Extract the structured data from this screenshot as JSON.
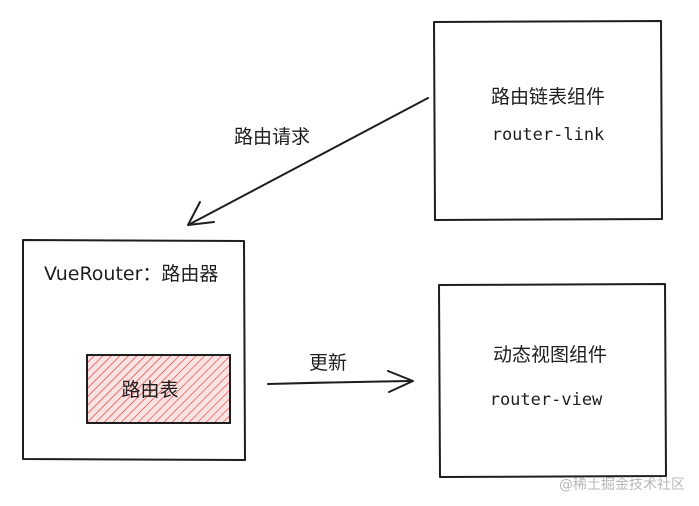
{
  "diagram": {
    "router_link_box": {
      "title": "路由链表组件",
      "name": "router-link"
    },
    "vuerouter_box": {
      "title": "VueRouter：路由器",
      "table_label": "路由表"
    },
    "router_view_box": {
      "title": "动态视图组件",
      "name": "router-view"
    },
    "arrows": {
      "request_label": "路由请求",
      "update_label": "更新"
    },
    "colors": {
      "stroke": "#1e1e1e",
      "hatch": "#e03131",
      "hatch_bg": "#fbe3e3"
    }
  },
  "watermark": "@稀土掘金技术社区"
}
